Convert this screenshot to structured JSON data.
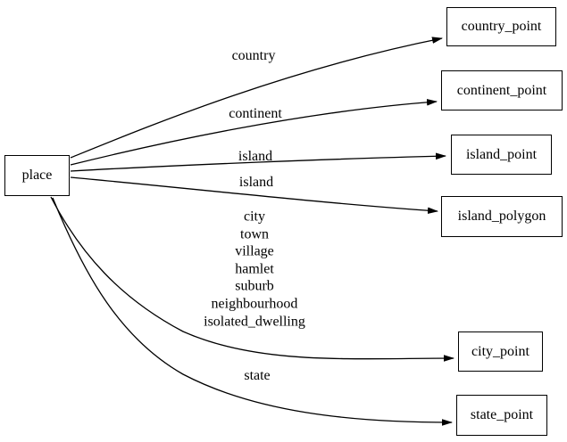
{
  "diagram": {
    "type": "directed-graph",
    "colors": {
      "background": "#ffffff",
      "node_border": "#000000",
      "edge": "#000000",
      "text": "#000000"
    },
    "nodes": [
      {
        "id": "place",
        "label": "place"
      },
      {
        "id": "country_point",
        "label": "country_point"
      },
      {
        "id": "continent_point",
        "label": "continent_point"
      },
      {
        "id": "island_point",
        "label": "island_point"
      },
      {
        "id": "island_polygon",
        "label": "island_polygon"
      },
      {
        "id": "city_point",
        "label": "city_point"
      },
      {
        "id": "state_point",
        "label": "state_point"
      }
    ],
    "edges": [
      {
        "from": "place",
        "to": "country_point",
        "label": "country"
      },
      {
        "from": "place",
        "to": "continent_point",
        "label": "continent"
      },
      {
        "from": "place",
        "to": "island_point",
        "label": "island"
      },
      {
        "from": "place",
        "to": "island_polygon",
        "label": "island"
      },
      {
        "from": "place",
        "to": "city_point",
        "labels": [
          "city",
          "town",
          "village",
          "hamlet",
          "suburb",
          "neighbourhood",
          "isolated_dwelling"
        ]
      },
      {
        "from": "place",
        "to": "state_point",
        "label": "state"
      }
    ]
  }
}
